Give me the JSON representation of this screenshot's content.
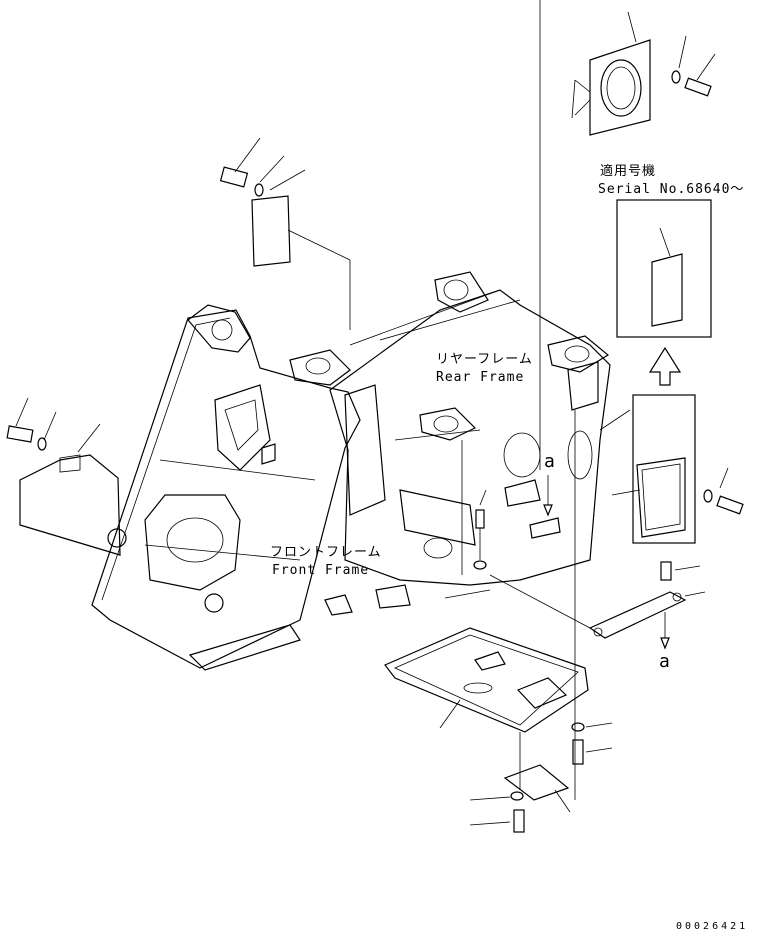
{
  "labels": {
    "rear_frame_jp": "リヤーフレーム",
    "rear_frame_en": "Rear Frame",
    "front_frame_jp": "フロントフレーム",
    "front_frame_en": "Front Frame",
    "serial_jp": "適用号機",
    "serial_en": "Serial No.68640～",
    "ref_a_top": "a",
    "ref_a_bottom": "a",
    "drawing_number": "00026421"
  }
}
